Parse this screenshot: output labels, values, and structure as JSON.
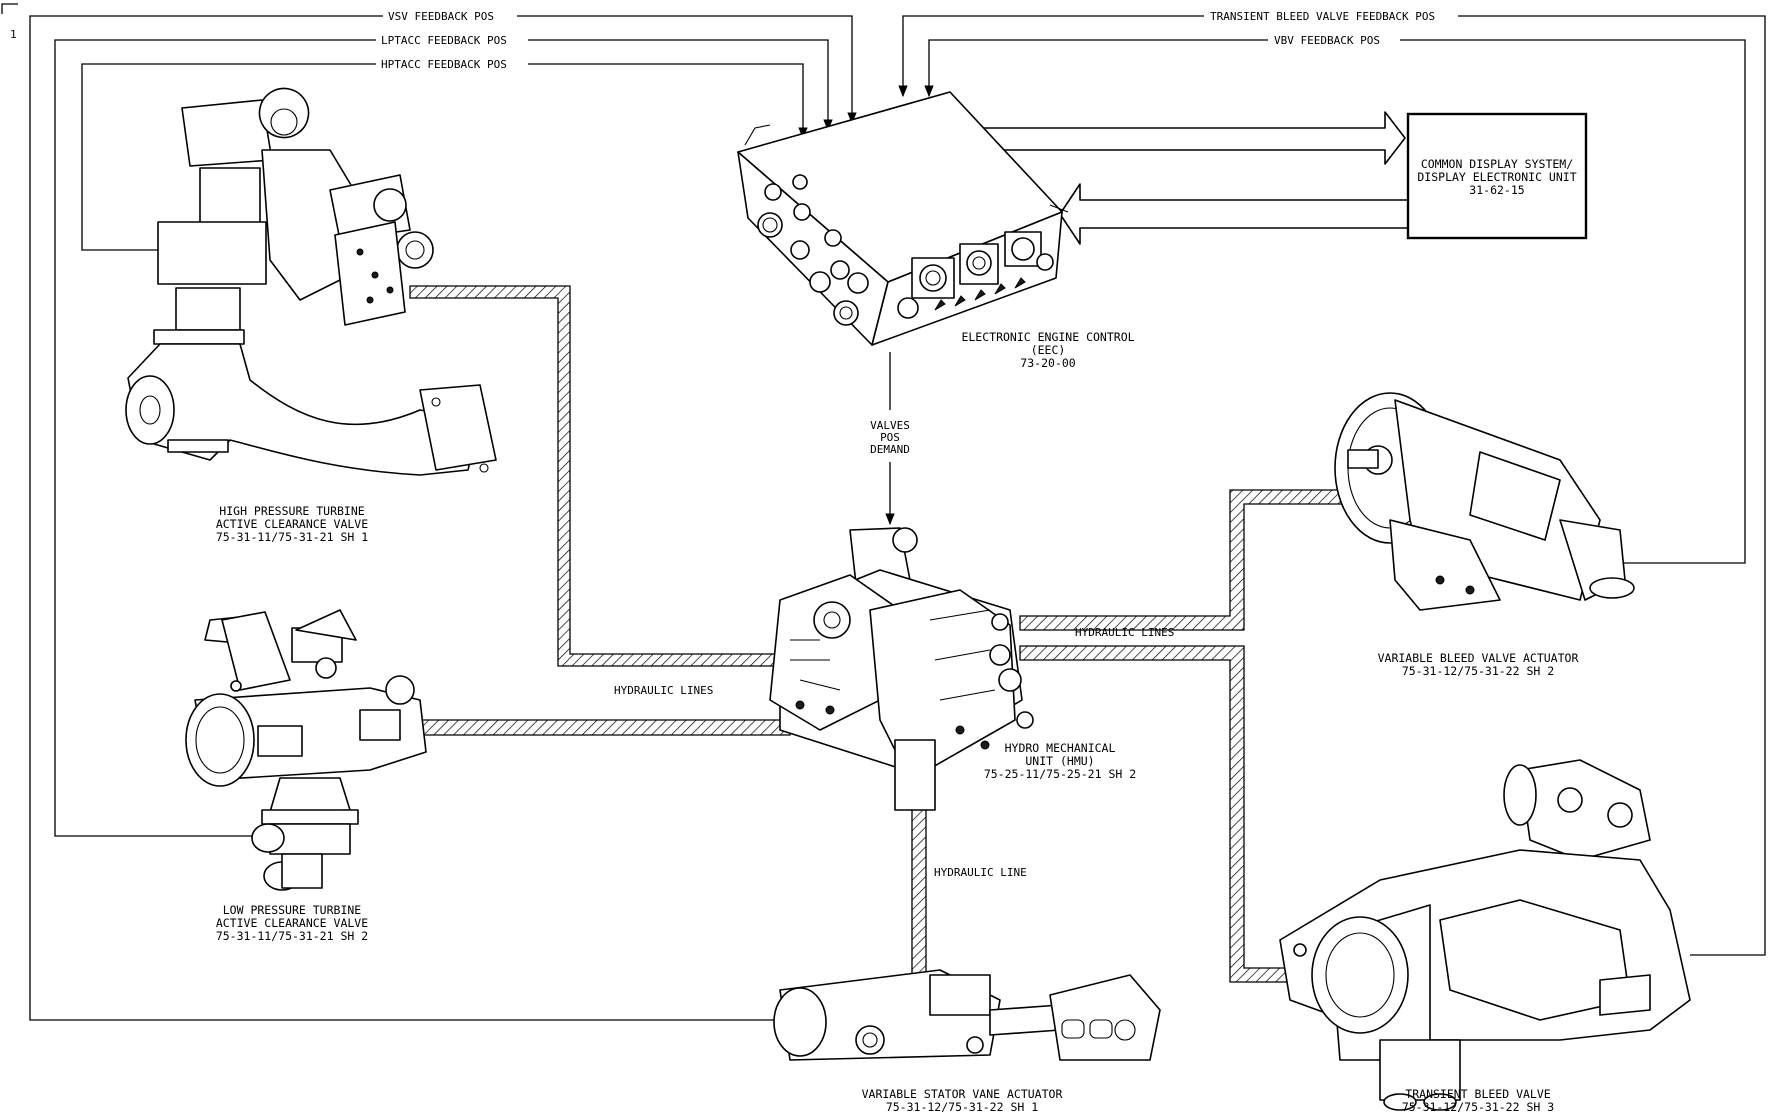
{
  "sheet_marker": "1",
  "signals": {
    "vsv_feedback": "VSV FEEDBACK POS",
    "lptacc_feedback": "LPTACC FEEDBACK POS",
    "hptacc_feedback": "HPTACC FEEDBACK POS",
    "tbv_feedback": "TRANSIENT BLEED VALVE FEEDBACK POS",
    "vbv_feedback": "VBV FEEDBACK POS",
    "valves_demand": [
      "VALVES",
      "POS",
      "DEMAND"
    ],
    "hydraulic_lines_left": "HYDRAULIC LINES",
    "hydraulic_lines_right": "HYDRAULIC LINES",
    "hydraulic_line_down": "HYDRAULIC LINE"
  },
  "components": {
    "eec": [
      "ELECTRONIC ENGINE CONTROL",
      "(EEC)",
      "73-20-00"
    ],
    "cds": [
      "COMMON DISPLAY SYSTEM/",
      "DISPLAY ELECTRONIC UNIT",
      "31-62-15"
    ],
    "hptacc": [
      "HIGH PRESSURE TURBINE",
      "ACTIVE CLEARANCE VALVE",
      "75-31-11/75-31-21 SH 1"
    ],
    "lptacc": [
      "LOW PRESSURE TURBINE",
      "ACTIVE CLEARANCE VALVE",
      "75-31-11/75-31-21 SH 2"
    ],
    "hmu": [
      "HYDRO MECHANICAL",
      "UNIT (HMU)",
      "75-25-11/75-25-21 SH 2"
    ],
    "vbv": [
      "VARIABLE BLEED VALVE ACTUATOR",
      "75-31-12/75-31-22 SH 2"
    ],
    "vsv": [
      "VARIABLE STATOR VANE ACTUATOR",
      "75-31-12/75-31-22 SH 1"
    ],
    "tbv": [
      "TRANSIENT BLEED VALVE",
      "75-31-12/75-31-22 SH 3"
    ]
  }
}
